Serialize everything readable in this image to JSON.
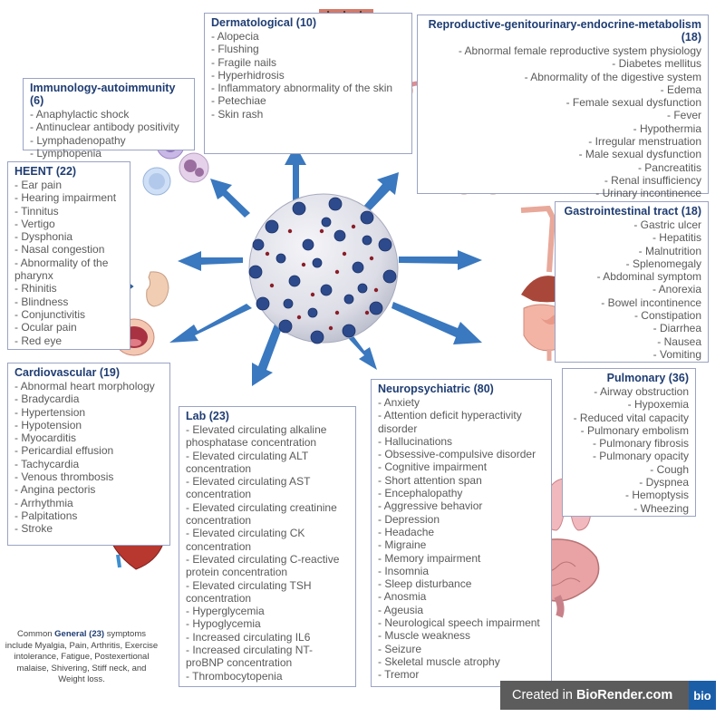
{
  "colors": {
    "title": "#1f3d73",
    "border": "#9aa3c4",
    "arrow": "#3a78bf",
    "virus": "#2d4a8c"
  },
  "derm": {
    "title": "Dermatological",
    "count": "(10)",
    "items": [
      "- Alopecia",
      "- Flushing",
      "- Fragile nails",
      "- Hyperhidrosis",
      "- Inflammatory abnormality of the skin",
      "- Petechiae",
      "- Skin rash"
    ]
  },
  "repro": {
    "title": "Reproductive-genitourinary-endocrine-metabolism",
    "count": "(18)",
    "items": [
      "- Abnormal female reproductive system physiology",
      "- Diabetes mellitus",
      "- Abnormality of the digestive system",
      "- Edema",
      "- Female sexual dysfunction",
      "- Fever",
      "- Hypothermia",
      "- Irregular menstruation",
      "- Male sexual dysfunction",
      "- Pancreatitis",
      "- Renal insufficiency",
      "- Urinary incontinence"
    ]
  },
  "immuno": {
    "title": "Immunology-autoimmunity",
    "count": "(6)",
    "items": [
      "- Anaphylactic shock",
      "- Antinuclear antibody positivity",
      "- Lymphadenopathy",
      "- Lymphopenia"
    ]
  },
  "heent": {
    "title": "HEENT",
    "count": "(22)",
    "items": [
      "- Ear pain",
      "- Hearing impairment",
      "- Tinnitus",
      "- Vertigo",
      "- Dysphonia",
      "- Nasal congestion",
      "- Abnormality of the pharynx",
      "- Rhinitis",
      "- Blindness",
      "- Conjunctivitis",
      "- Ocular pain",
      "- Red eye"
    ]
  },
  "gi": {
    "title": "Gastrointestinal tract",
    "count": "(18)",
    "items": [
      "- Gastric ulcer",
      "- Hepatitis",
      "- Malnutrition",
      "- Splenomegaly",
      "- Abdominal symptom",
      "- Anorexia",
      "- Bowel incontinence",
      "- Constipation",
      "- Diarrhea",
      "- Nausea",
      "- Vomiting"
    ]
  },
  "cardio": {
    "title": "Cardiovascular",
    "count": "(19)",
    "items": [
      "- Abnormal heart morphology",
      "- Bradycardia",
      "- Hypertension",
      "- Hypotension",
      "- Myocarditis",
      "- Pericardial effusion",
      "- Tachycardia",
      "- Venous thrombosis",
      "- Angina pectoris",
      "- Arrhythmia",
      "- Palpitations",
      "- Stroke"
    ]
  },
  "lab": {
    "title": "Lab",
    "count": "(23)",
    "items": [
      "- Elevated circulating alkaline phosphatase concentration",
      "- Elevated circulating ALT concentration",
      "- Elevated circulating AST concentration",
      "- Elevated circulating creatinine concentration",
      "- Elevated circulating CK concentration",
      "- Elevated circulating C-reactive protein concentration",
      "- Elevated circulating TSH concentration",
      "- Hyperglycemia",
      "- Hypoglycemia",
      "- Increased circulating IL6",
      "- Increased circulating NT-proBNP concentration",
      "- Thrombocytopenia"
    ]
  },
  "neuro": {
    "title": "Neuropsychiatric",
    "count": "(80)",
    "items": [
      "- Anxiety",
      "- Attention deficit hyperactivity disorder",
      "- Hallucinations",
      "- Obsessive-compulsive disorder",
      "- Cognitive impairment",
      "- Short attention span",
      "- Encephalopathy",
      "- Aggressive behavior",
      "- Depression",
      "- Headache",
      "- Migraine",
      "- Memory impairment",
      "- Insomnia",
      "- Sleep disturbance",
      "- Anosmia",
      "- Ageusia",
      "- Neurological speech impairment",
      "- Muscle weakness",
      "- Seizure",
      "- Skeletal muscle atrophy",
      "- Tremor"
    ]
  },
  "pulm": {
    "title": "Pulmonary",
    "count": "(36)",
    "items": [
      "- Airway obstruction",
      "- Hypoxemia",
      "- Reduced vital capacity",
      "- Pulmonary embolism",
      "- Pulmonary fibrosis",
      "- Pulmonary opacity",
      "- Cough",
      "- Dyspnea",
      "- Hemoptysis",
      "- Wheezing"
    ]
  },
  "footer": {
    "pre": "Common ",
    "general": "General (23)",
    "post": " symptoms include Myalgia, Pain, Arthritis, Exercise intolerance, Fatigue, Postexertional malaise, Shivering, Stiff neck, and Weight loss."
  },
  "brand": {
    "pre": "Created in ",
    "name": "BioRender.com",
    "logo": "bio"
  }
}
